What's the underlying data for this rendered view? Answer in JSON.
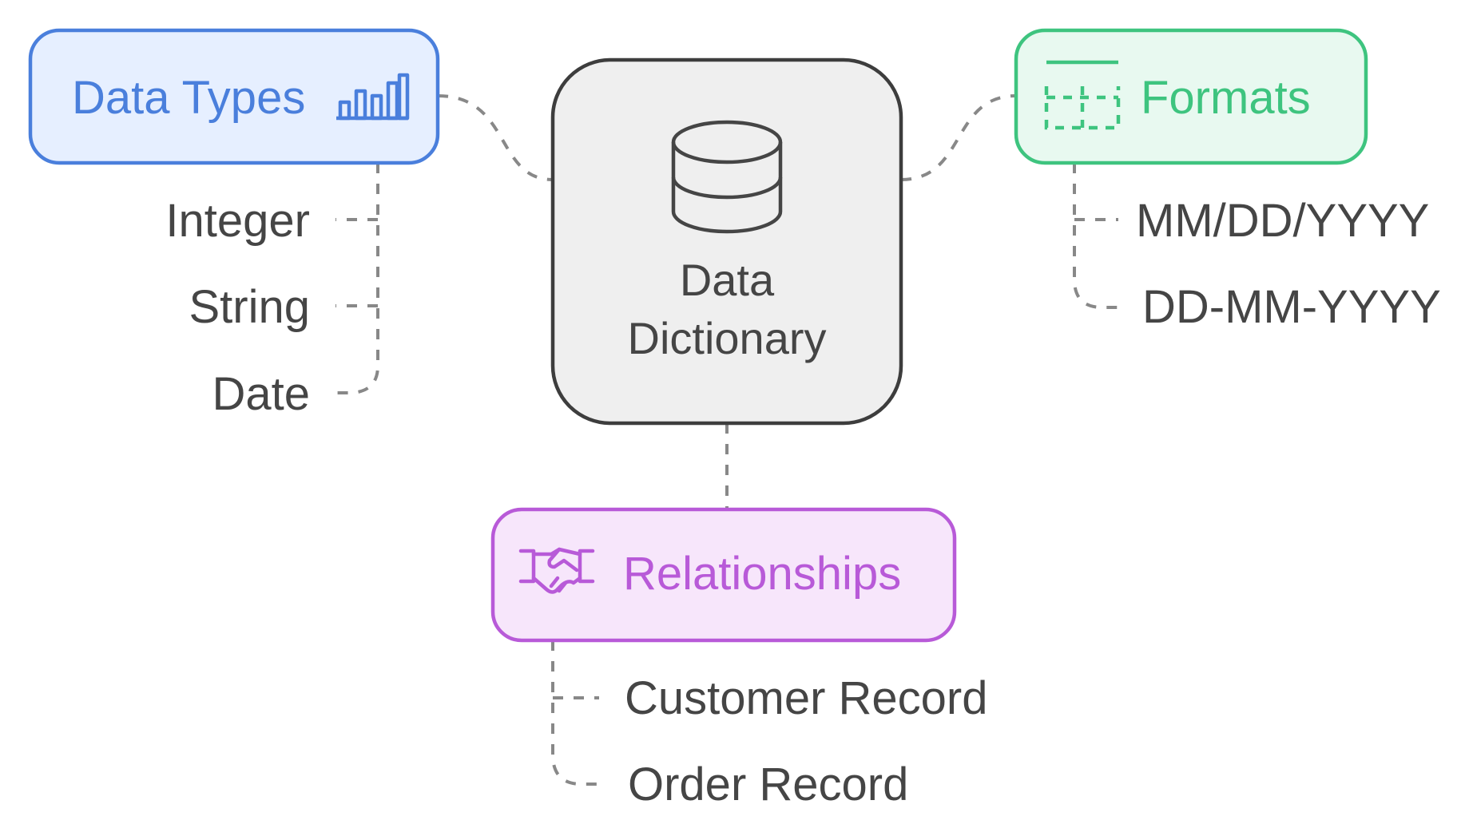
{
  "center": {
    "line1": "Data",
    "line2": "Dictionary",
    "icon": "database-icon"
  },
  "data_types": {
    "title": "Data Types",
    "icon": "bar-chart-icon",
    "items": [
      "Integer",
      "String",
      "Date"
    ]
  },
  "formats": {
    "title": "Formats",
    "icon": "table-layout-icon",
    "items": [
      "MM/DD/YYYY",
      "DD-MM-YYYY"
    ]
  },
  "relationships": {
    "title": "Relationships",
    "icon": "handshake-icon",
    "items": [
      "Customer Record",
      "Order Record"
    ]
  },
  "colors": {
    "blue_stroke": "#4a7fdc",
    "blue_fill": "#e6efff",
    "blue_text": "#4a7fdc",
    "green_stroke": "#3ec47f",
    "green_fill": "#e8f9f0",
    "green_text": "#3ec47f",
    "purple_stroke": "#b85ad8",
    "purple_fill": "#f7e6fb",
    "purple_text": "#b85ad8",
    "center_stroke": "#3d3d3d",
    "center_fill": "#efefef",
    "text_dark": "#454545",
    "connector": "#888888"
  }
}
